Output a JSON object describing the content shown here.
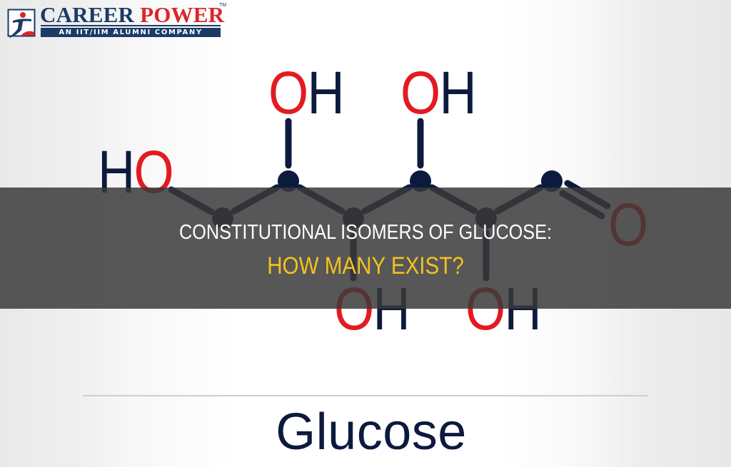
{
  "brand": {
    "name_part1": "CAREER",
    "name_part2": "POWER",
    "trademark": "TM",
    "tagline": "AN IIT/IIM ALUMNI COMPANY",
    "colors": {
      "navy": "#1b3a66",
      "red": "#d9262e"
    }
  },
  "title": {
    "line1": "CONSTITUTIONAL ISOMERS OF GLUCOSE:",
    "line2": "HOW MANY EXIST?",
    "line1_color": "#ffffff",
    "line2_color": "#f4c21f",
    "band_color": "#3a3a3a"
  },
  "molecule": {
    "name": "Glucose",
    "atom_colors": {
      "oxygen": "#e21b23",
      "hydrogen": "#0c1a3d",
      "carbon": "#0c1a3d"
    },
    "labels": {
      "ho_left": {
        "h": "H",
        "o": "O"
      },
      "oh_top_1": {
        "o": "O",
        "h": "H"
      },
      "oh_top_2": {
        "o": "O",
        "h": "H"
      },
      "oh_bottom_1": {
        "o": "O",
        "h": "H"
      },
      "oh_bottom_2": {
        "o": "O",
        "h": "H"
      },
      "carbonyl_o": "O"
    }
  }
}
